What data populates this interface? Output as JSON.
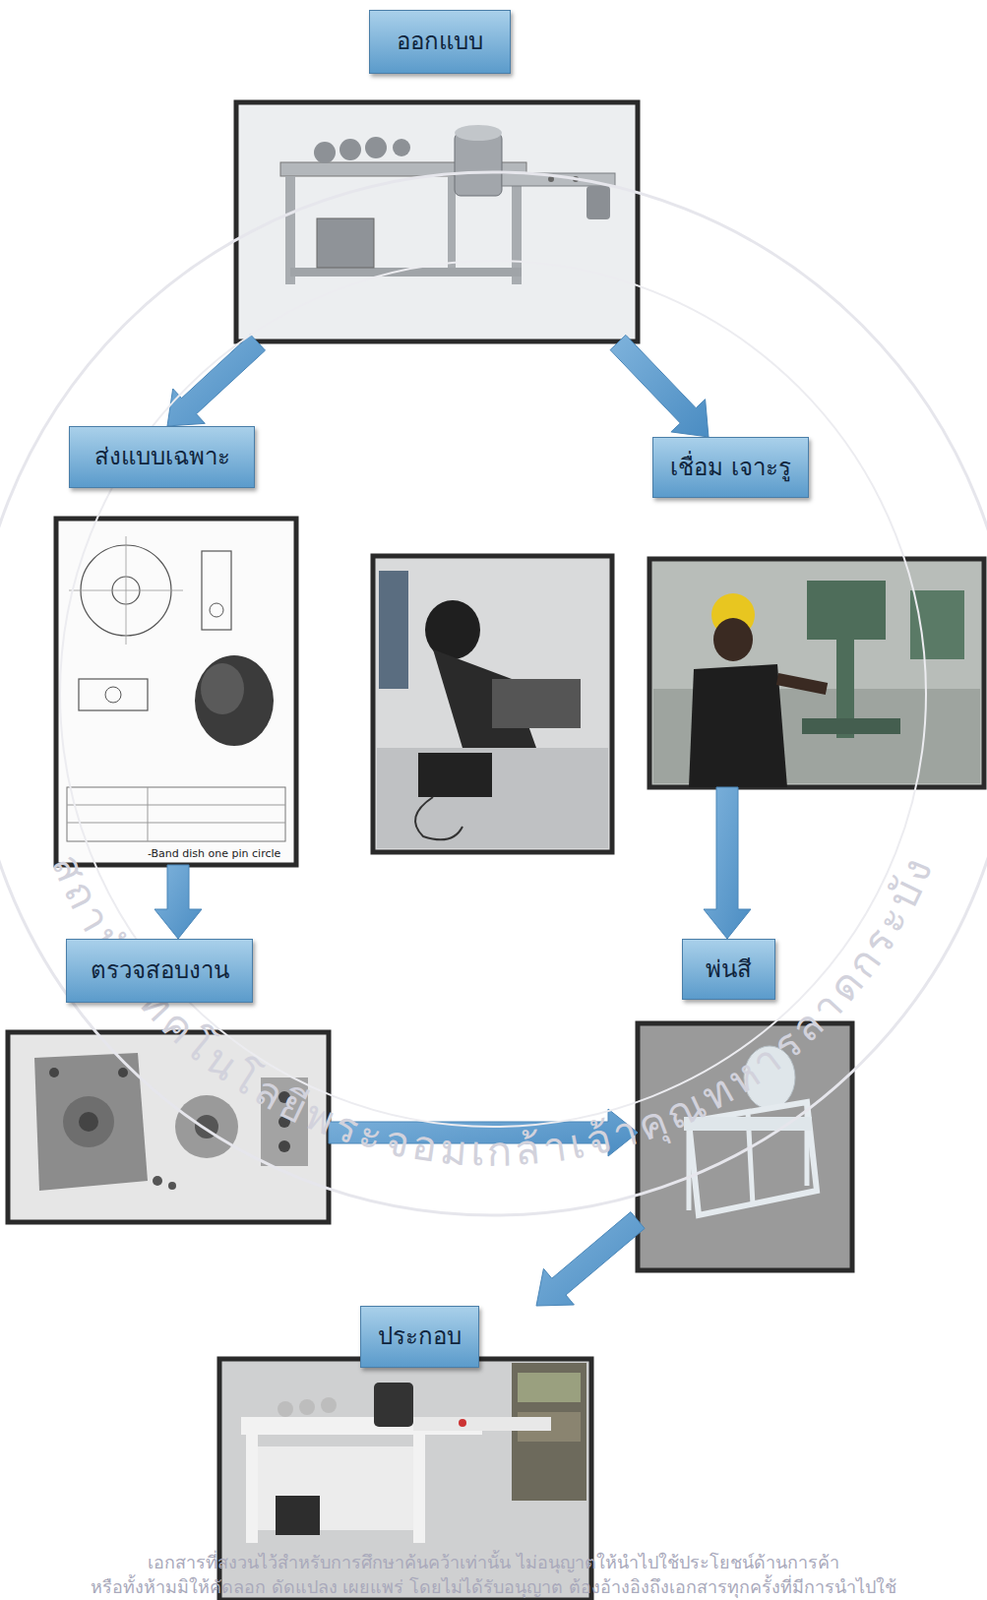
{
  "diagram": {
    "nodes": [
      {
        "text": [
          "ออกแบบ"
        ]
      },
      {
        "text": [
          "ส่งแบบเฉพาะ"
        ]
      },
      {
        "text": [
          "เชื่อม เจาะรู"
        ]
      },
      {
        "text": [
          "ตรวจสอบงาน"
        ]
      },
      {
        "text": [
          "พ่นสี"
        ]
      },
      {
        "text": [
          "ประกอบ"
        ]
      }
    ],
    "edges": [
      {
        "from": 0,
        "to": 1,
        "arrow": "to"
      },
      {
        "from": 0,
        "to": 2,
        "arrow": "to"
      },
      {
        "from": 1,
        "to": 3,
        "arrow": "to"
      },
      {
        "from": 2,
        "to": 4,
        "arrow": "to"
      },
      {
        "from": 3,
        "to": 4,
        "arrow": "to"
      },
      {
        "from": 4,
        "to": 5,
        "arrow": "to"
      }
    ],
    "labels": [
      "-Band dish one pin circle",
      "สถาบันเทคโนโลยีพระจอมเกล้าเจ้าคุณทหารลาดกระบัง",
      "เอกสารที่สงวนไว้สำหรับการศึกษาค้นคว้าเท่านั้น ไม่อนุญาตให้นำไปใช้ประโยชน์ด้านการค้า",
      "หรือทั้งห้ามมิให้คัดลอก ดัดแปลง เผยแพร่ โดยไม่ได้รับอนุญาต ต้องอ้างอิงถึงเอกสารทุกครั้งที่มีการนำไปใช้"
    ]
  }
}
